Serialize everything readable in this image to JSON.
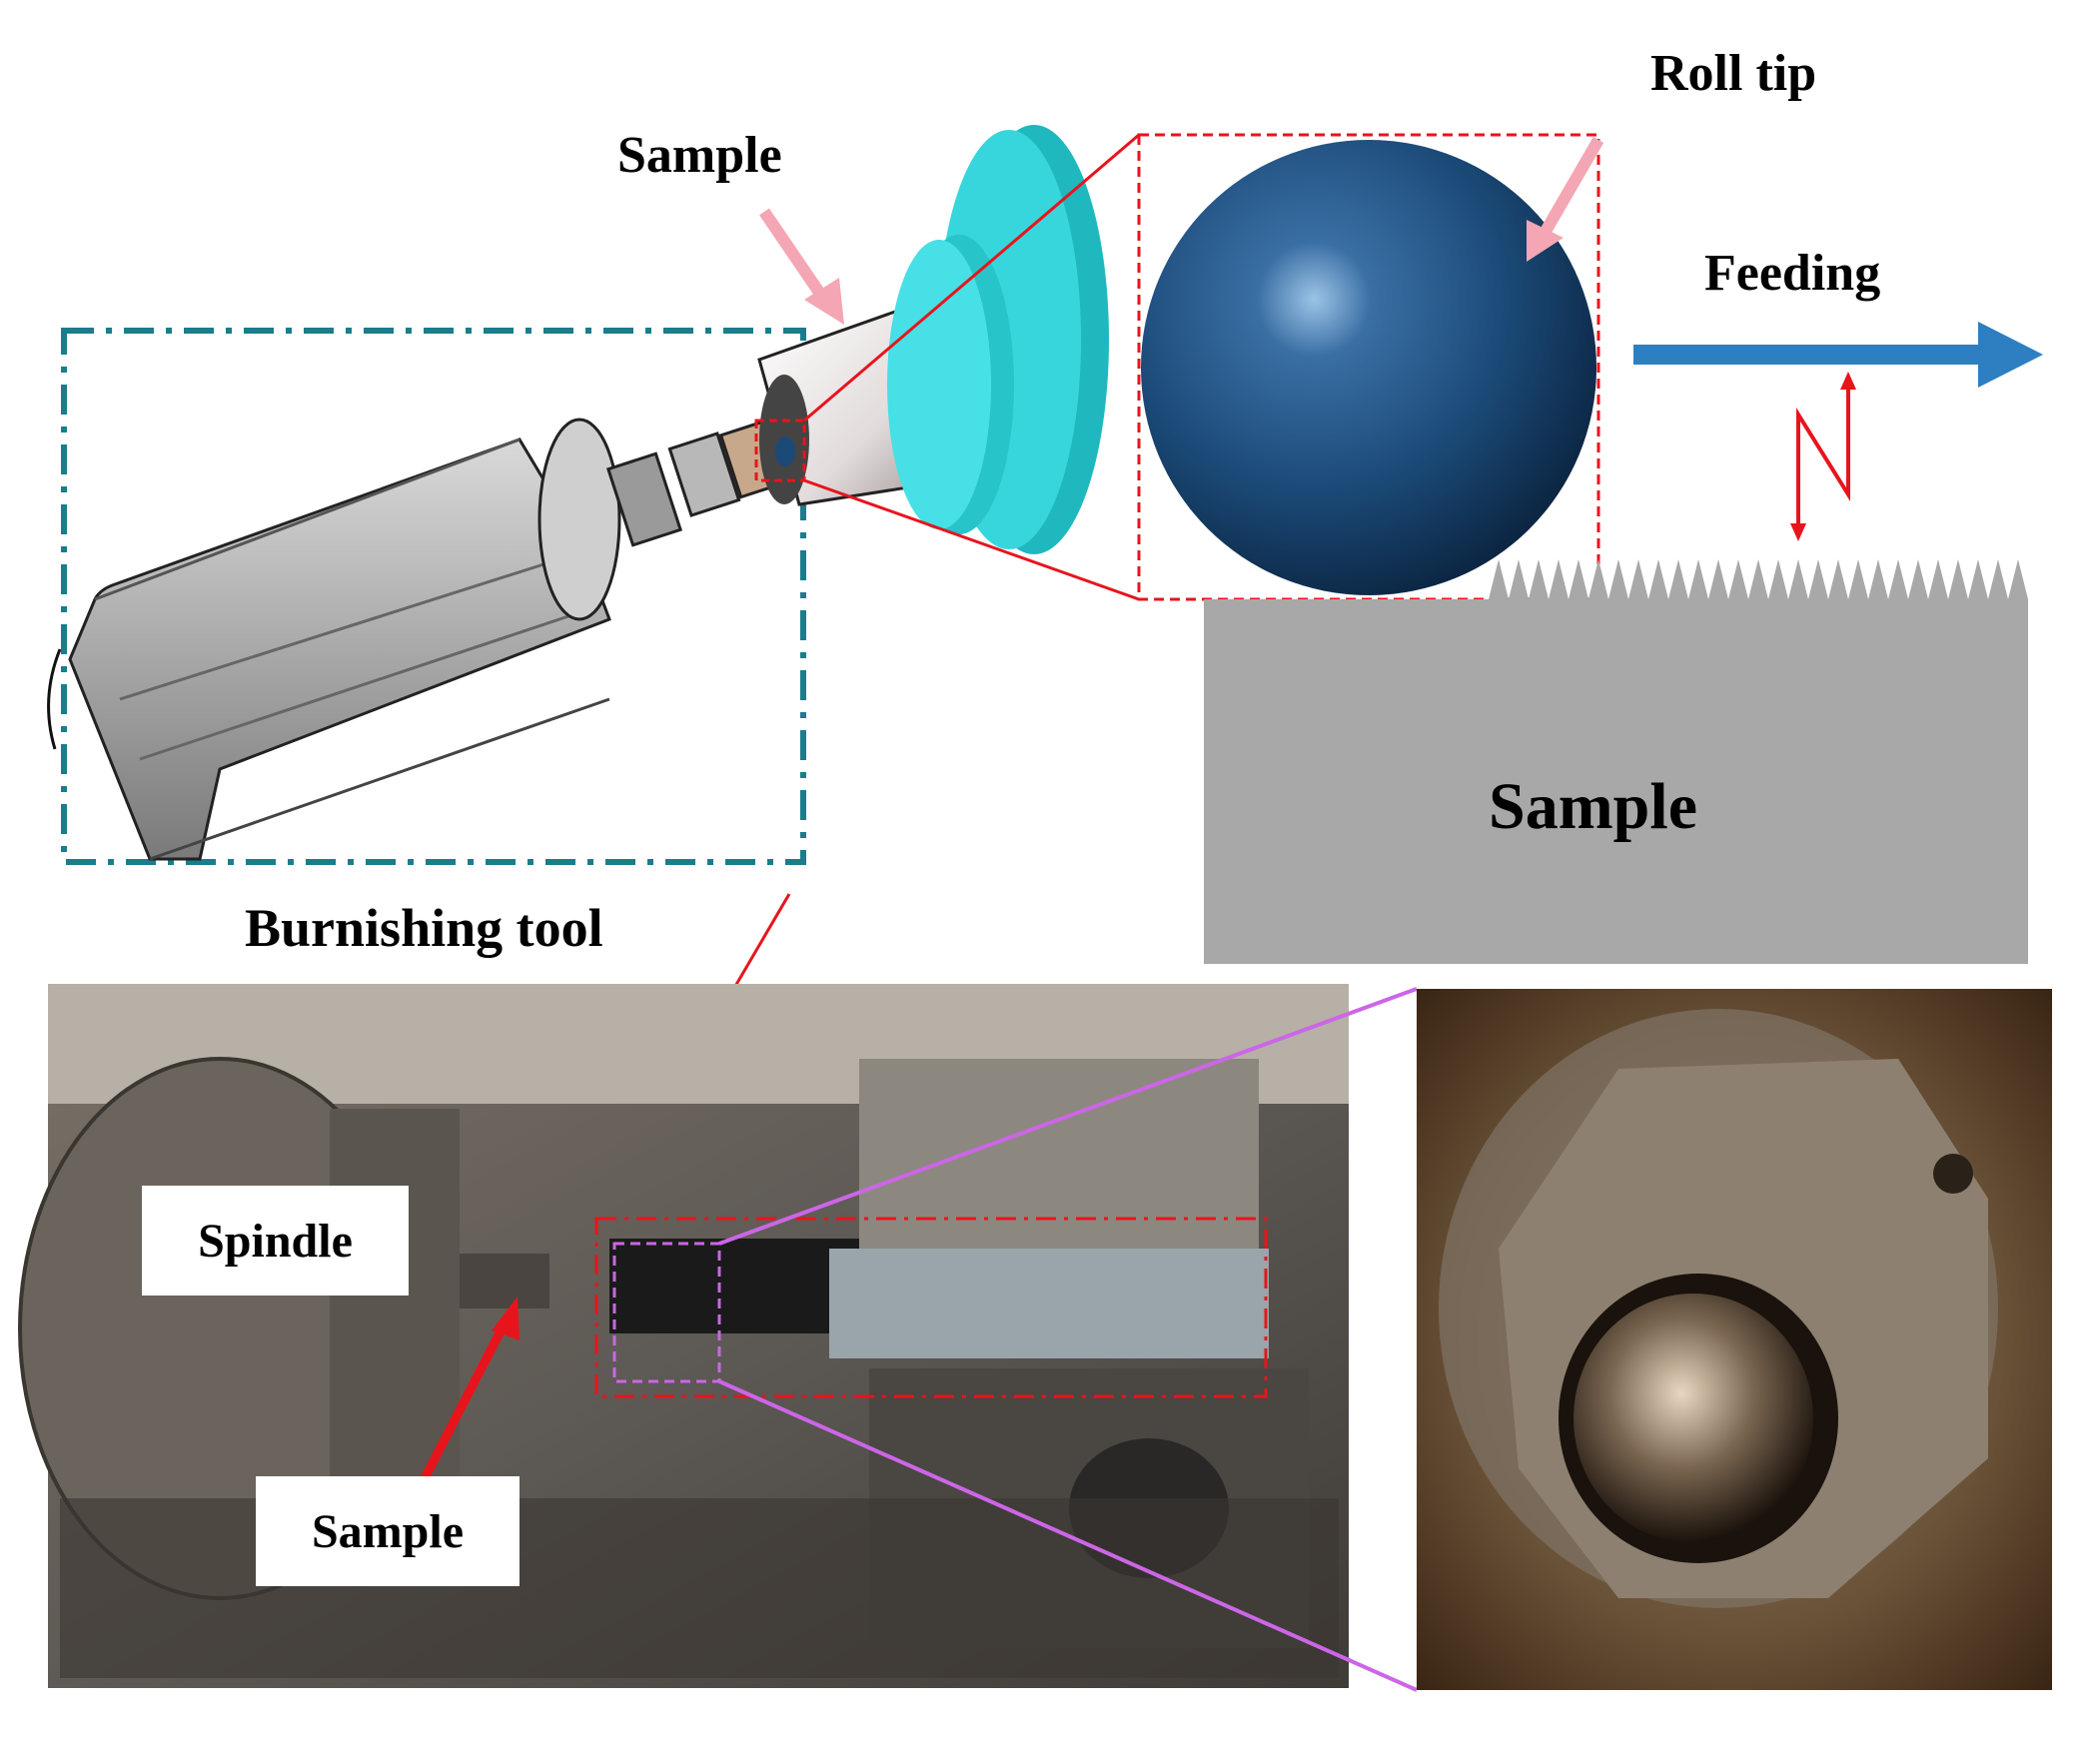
{
  "labels": {
    "sample_top": "Sample",
    "roll_tip": "Roll tip",
    "feeding": "Feeding",
    "sample_profile": "Sample",
    "burnishing_tool": "Burnishing tool",
    "spindle": "Spindle",
    "sample_photo": "Sample"
  },
  "colors": {
    "frame_teal": "#1a7d8c",
    "highlight_red": "#e8141c",
    "callout_violet": "#cc66e6",
    "pointer_pink": "#f4a6b4",
    "feed_arrow_blue": "#2e7fc1",
    "roll_ball_navy": "#1b4a78",
    "fixture_cyan": "#37d6dc",
    "sample_grey": "#a8a8a8"
  },
  "icons": {
    "feed_direction": "arrow-right-icon",
    "vibration": "zigzag-double-arrow-icon"
  }
}
